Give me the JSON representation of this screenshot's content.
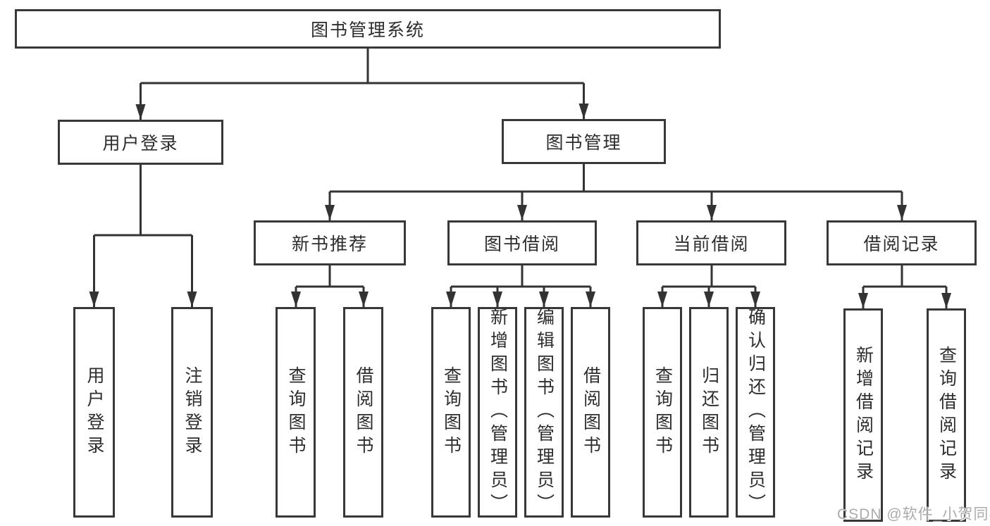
{
  "tree": {
    "root": "图书管理系统",
    "level2": [
      "用户登录",
      "图书管理"
    ],
    "level3": [
      "新书推荐",
      "图书借阅",
      "当前借阅",
      "借阅记录"
    ],
    "user_login_children": [
      "用户登录",
      "注销登录"
    ],
    "new_book_children": [
      "查询图书",
      "借阅图书"
    ],
    "book_borrow_children": [
      "查询图书",
      "新增图书（管理员）",
      "编辑图书（管理员）",
      "借阅图书"
    ],
    "current_borrow_children": [
      "查询图书",
      "归还图书",
      "确认归还（管理员）"
    ],
    "borrow_record_children": [
      "新增借阅记录",
      "查询借阅记录"
    ]
  },
  "watermark": {
    "text": "CSDN @软件_小贺同学"
  },
  "colors": {
    "line": "#333333",
    "box_border": "#383838",
    "text": "#2d2d2d",
    "watermark": "#ababab",
    "background": "#ffffff"
  }
}
